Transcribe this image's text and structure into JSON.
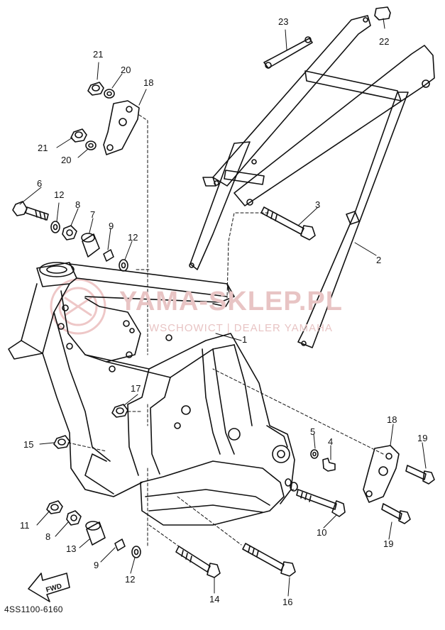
{
  "diagram": {
    "code": "4SS1100-6160",
    "fwd_label": "FWD",
    "callouts": {
      "c1": "1",
      "c2": "2",
      "c3": "3",
      "c4": "4",
      "c5": "5",
      "c6": "6",
      "c7": "7",
      "c8a": "8",
      "c8b": "8",
      "c9a": "9",
      "c9b": "9",
      "c10": "10",
      "c11": "11",
      "c12a": "12",
      "c12b": "12",
      "c12c": "12",
      "c13": "13",
      "c14": "14",
      "c15": "15",
      "c16": "16",
      "c17": "17",
      "c18a": "18",
      "c18b": "18",
      "c19a": "19",
      "c19b": "19",
      "c20a": "20",
      "c20b": "20",
      "c21a": "21",
      "c21b": "21",
      "c22": "22",
      "c23": "23"
    }
  },
  "watermark": {
    "title": "YAMA-SKLEP.PL",
    "subtitle": "WSCHOWICT | DEALER YAMAHA"
  }
}
